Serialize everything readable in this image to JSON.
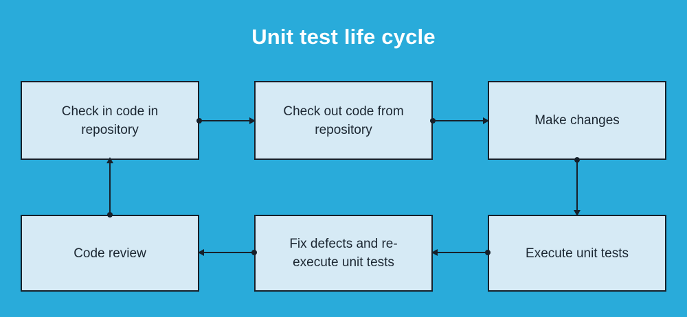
{
  "diagram": {
    "title": "Unit test life cycle",
    "background_color": "#29abda",
    "node_fill_color": "#d6eaf5",
    "node_border_color": "#17202a",
    "title_color": "#ffffff",
    "text_color": "#1b2631",
    "type": "flowchart",
    "nodes": [
      {
        "id": "check-in-code",
        "label": "Check in code in\nrepository"
      },
      {
        "id": "check-out-code",
        "label": "Check out code from\nrepository"
      },
      {
        "id": "make-changes",
        "label": "Make changes"
      },
      {
        "id": "code-review",
        "label": "Code review"
      },
      {
        "id": "fix-defects",
        "label": "Fix defects and re-\nexecute unit tests"
      },
      {
        "id": "execute-tests",
        "label": "Execute unit tests"
      }
    ],
    "edges": [
      {
        "from": "check-in-code",
        "to": "check-out-code",
        "direction": "right"
      },
      {
        "from": "check-out-code",
        "to": "make-changes",
        "direction": "right"
      },
      {
        "from": "make-changes",
        "to": "execute-tests",
        "direction": "down"
      },
      {
        "from": "execute-tests",
        "to": "fix-defects",
        "direction": "left"
      },
      {
        "from": "fix-defects",
        "to": "code-review",
        "direction": "left"
      },
      {
        "from": "code-review",
        "to": "check-in-code",
        "direction": "up"
      }
    ]
  }
}
